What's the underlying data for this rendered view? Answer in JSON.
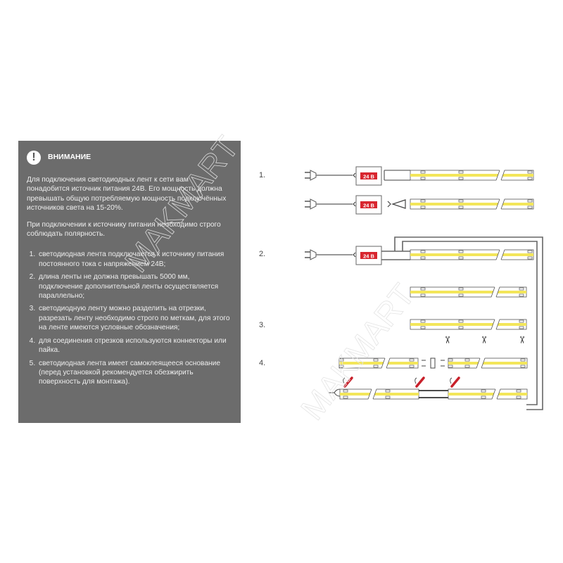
{
  "notice": {
    "title": "ВНИМАНИЕ",
    "icon": "exclamation-icon",
    "paragraphs": [
      "Для подключения светодиодных лент к сети вам понадобится источник питания 24В. Его мощность должна превышать общую потребляемую мощность подключённых источников света на 15-20%.",
      "При подключении к источнику питания необходимо строго соблюдать полярность."
    ],
    "items": [
      "светодиодная лента подключается к источнику питания постоянного тока с напряжением 24В;",
      "длина ленты не должна превышать 5000 мм, подключение дополнительной ленты осуществляется параллельно;",
      "светодиодную ленту можно разделить на отрезки, разрезать ленту необходимо строго по меткам, для этого на ленте имеются условные обозначения;",
      "для соединения отрезков используются коннекторы или пайка.",
      "светодиодная лента имеет самоклеящееся основание (перед установкой рекомендуется обезжирить поверхность для монтажа)."
    ]
  },
  "steps": [
    "1.",
    "2.",
    "3.",
    "4."
  ],
  "psu_label": "24 В",
  "watermark": "MAKMART",
  "colors": {
    "panel": "#6c6c6c",
    "strip": "#f3e65a",
    "psu": "#d8262f"
  }
}
